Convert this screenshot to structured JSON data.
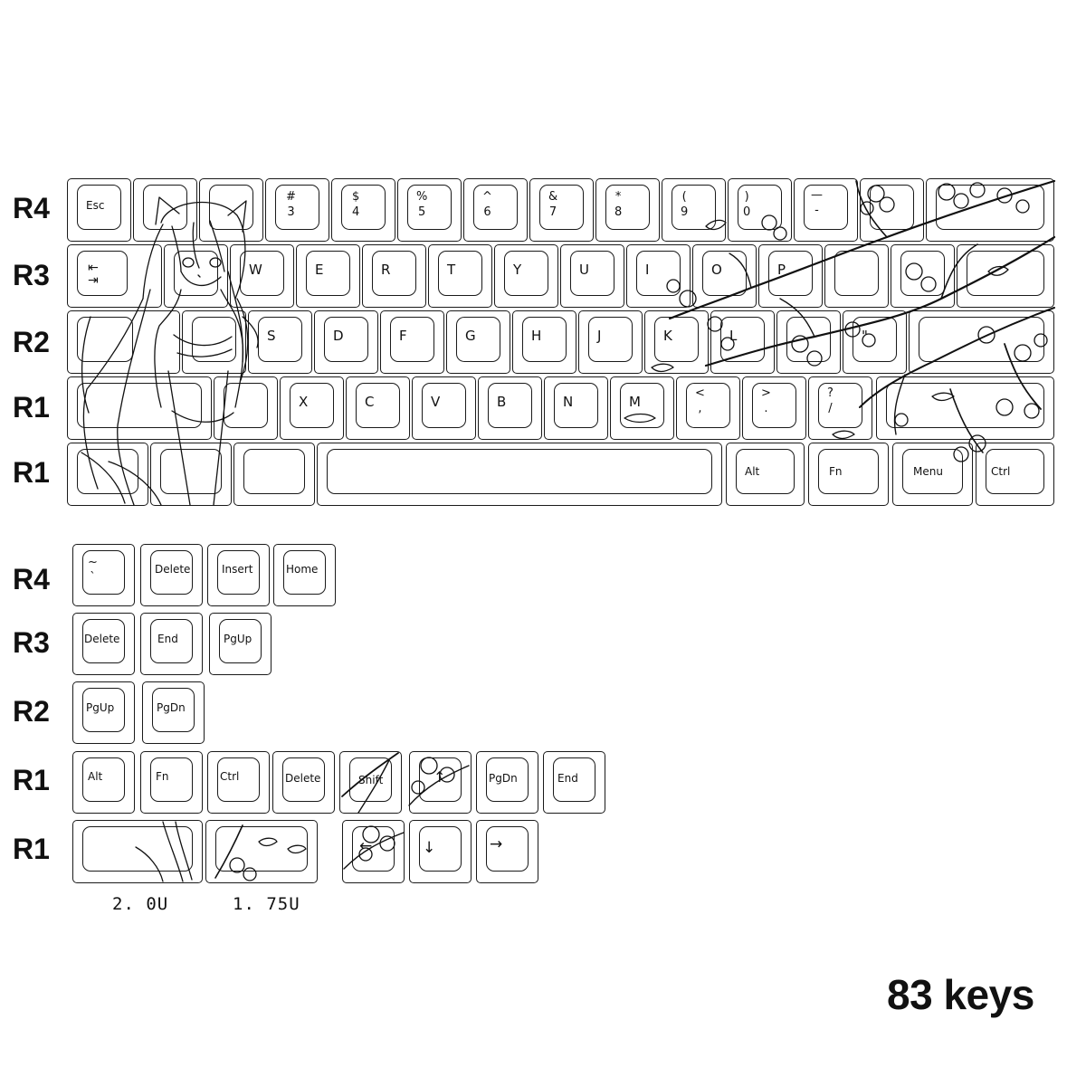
{
  "row_labels": {
    "main": [
      "R4",
      "R3",
      "R2",
      "R1",
      "R1"
    ],
    "extra": [
      "R4",
      "R3",
      "R2",
      "R1",
      "R1"
    ]
  },
  "main_keys": {
    "row4": [
      {
        "name": "esc",
        "label": "Esc"
      },
      {
        "name": "num1",
        "label": ""
      },
      {
        "name": "num2",
        "label": ""
      },
      {
        "name": "num3",
        "top": "#",
        "bottom": "3"
      },
      {
        "name": "num4",
        "top": "$",
        "bottom": "4"
      },
      {
        "name": "num5",
        "top": "%",
        "bottom": "5"
      },
      {
        "name": "num6",
        "top": "^",
        "bottom": "6"
      },
      {
        "name": "num7",
        "top": "&",
        "bottom": "7"
      },
      {
        "name": "num8",
        "top": "*",
        "bottom": "8"
      },
      {
        "name": "num9",
        "top": "(",
        "bottom": "9"
      },
      {
        "name": "num0",
        "top": ")",
        "bottom": "0"
      },
      {
        "name": "minus",
        "top": "—",
        "bottom": "-"
      },
      {
        "name": "equal",
        "label": ""
      },
      {
        "name": "backspace",
        "label": ""
      }
    ],
    "row3": [
      {
        "name": "tab",
        "label": "⇤\n⇥"
      },
      {
        "name": "q",
        "label": ""
      },
      {
        "name": "w",
        "label": "W"
      },
      {
        "name": "e",
        "label": "E"
      },
      {
        "name": "r",
        "label": "R"
      },
      {
        "name": "t",
        "label": "T"
      },
      {
        "name": "y",
        "label": "Y"
      },
      {
        "name": "u",
        "label": "U"
      },
      {
        "name": "i",
        "label": "I"
      },
      {
        "name": "o",
        "label": "O"
      },
      {
        "name": "p",
        "label": "P"
      },
      {
        "name": "lbracket",
        "label": ""
      },
      {
        "name": "rbracket",
        "label": ""
      },
      {
        "name": "backslash",
        "label": ""
      }
    ],
    "row2": [
      {
        "name": "caps",
        "label": ""
      },
      {
        "name": "a",
        "label": ""
      },
      {
        "name": "s",
        "label": "S"
      },
      {
        "name": "d",
        "label": "D"
      },
      {
        "name": "f",
        "label": "F"
      },
      {
        "name": "g",
        "label": "G"
      },
      {
        "name": "h",
        "label": "H"
      },
      {
        "name": "j",
        "label": "J"
      },
      {
        "name": "k",
        "label": "K"
      },
      {
        "name": "l",
        "label": "L"
      },
      {
        "name": "semicolon",
        "label": ""
      },
      {
        "name": "quote",
        "label": "\""
      },
      {
        "name": "enter",
        "label": ""
      }
    ],
    "row1": [
      {
        "name": "lshift",
        "label": ""
      },
      {
        "name": "z",
        "label": ""
      },
      {
        "name": "x",
        "label": "X"
      },
      {
        "name": "c",
        "label": "C"
      },
      {
        "name": "v",
        "label": "V"
      },
      {
        "name": "b",
        "label": "B"
      },
      {
        "name": "n",
        "label": "N"
      },
      {
        "name": "m",
        "label": "M"
      },
      {
        "name": "comma",
        "top": "<",
        "bottom": ","
      },
      {
        "name": "period",
        "top": ">",
        "bottom": "."
      },
      {
        "name": "slash",
        "top": "?",
        "bottom": "/"
      },
      {
        "name": "rshift",
        "label": ""
      }
    ],
    "row0": [
      {
        "name": "lctrl",
        "label": ""
      },
      {
        "name": "lwin",
        "label": ""
      },
      {
        "name": "lalt",
        "label": ""
      },
      {
        "name": "space",
        "label": ""
      },
      {
        "name": "ralt",
        "label": "Alt"
      },
      {
        "name": "fn",
        "label": "Fn"
      },
      {
        "name": "menu",
        "label": "Menu"
      },
      {
        "name": "rctrl",
        "label": "Ctrl"
      }
    ]
  },
  "extra_keys": {
    "row4": [
      {
        "name": "tilde",
        "top": "~",
        "bottom": "`"
      },
      {
        "name": "delete",
        "label": "Delete"
      },
      {
        "name": "insert",
        "label": "Insert"
      },
      {
        "name": "home",
        "label": "Home"
      }
    ],
    "row3": [
      {
        "name": "delete2",
        "label": "Delete"
      },
      {
        "name": "end",
        "label": "End"
      },
      {
        "name": "pgup",
        "label": "PgUp"
      }
    ],
    "row2": [
      {
        "name": "pgup2",
        "label": "PgUp"
      },
      {
        "name": "pgdn",
        "label": "PgDn"
      }
    ],
    "row1": [
      {
        "name": "alt",
        "label": "Alt"
      },
      {
        "name": "fn2",
        "label": "Fn"
      },
      {
        "name": "ctrl",
        "label": "Ctrl"
      },
      {
        "name": "delete3",
        "label": "Delete"
      },
      {
        "name": "shift",
        "label": "Shift"
      },
      {
        "name": "up",
        "label": "↑"
      },
      {
        "name": "pgdn2",
        "label": "PgDn"
      },
      {
        "name": "end2",
        "label": "End"
      }
    ],
    "row0": [
      {
        "name": "two-unit",
        "label": ""
      },
      {
        "name": "one-75-unit",
        "label": ""
      },
      {
        "name": "left",
        "label": "←"
      },
      {
        "name": "down",
        "label": "↓"
      },
      {
        "name": "right",
        "label": "→"
      }
    ]
  },
  "unit_labels": [
    "2. 0U",
    "1. 75U"
  ],
  "keys_count": "83 keys"
}
